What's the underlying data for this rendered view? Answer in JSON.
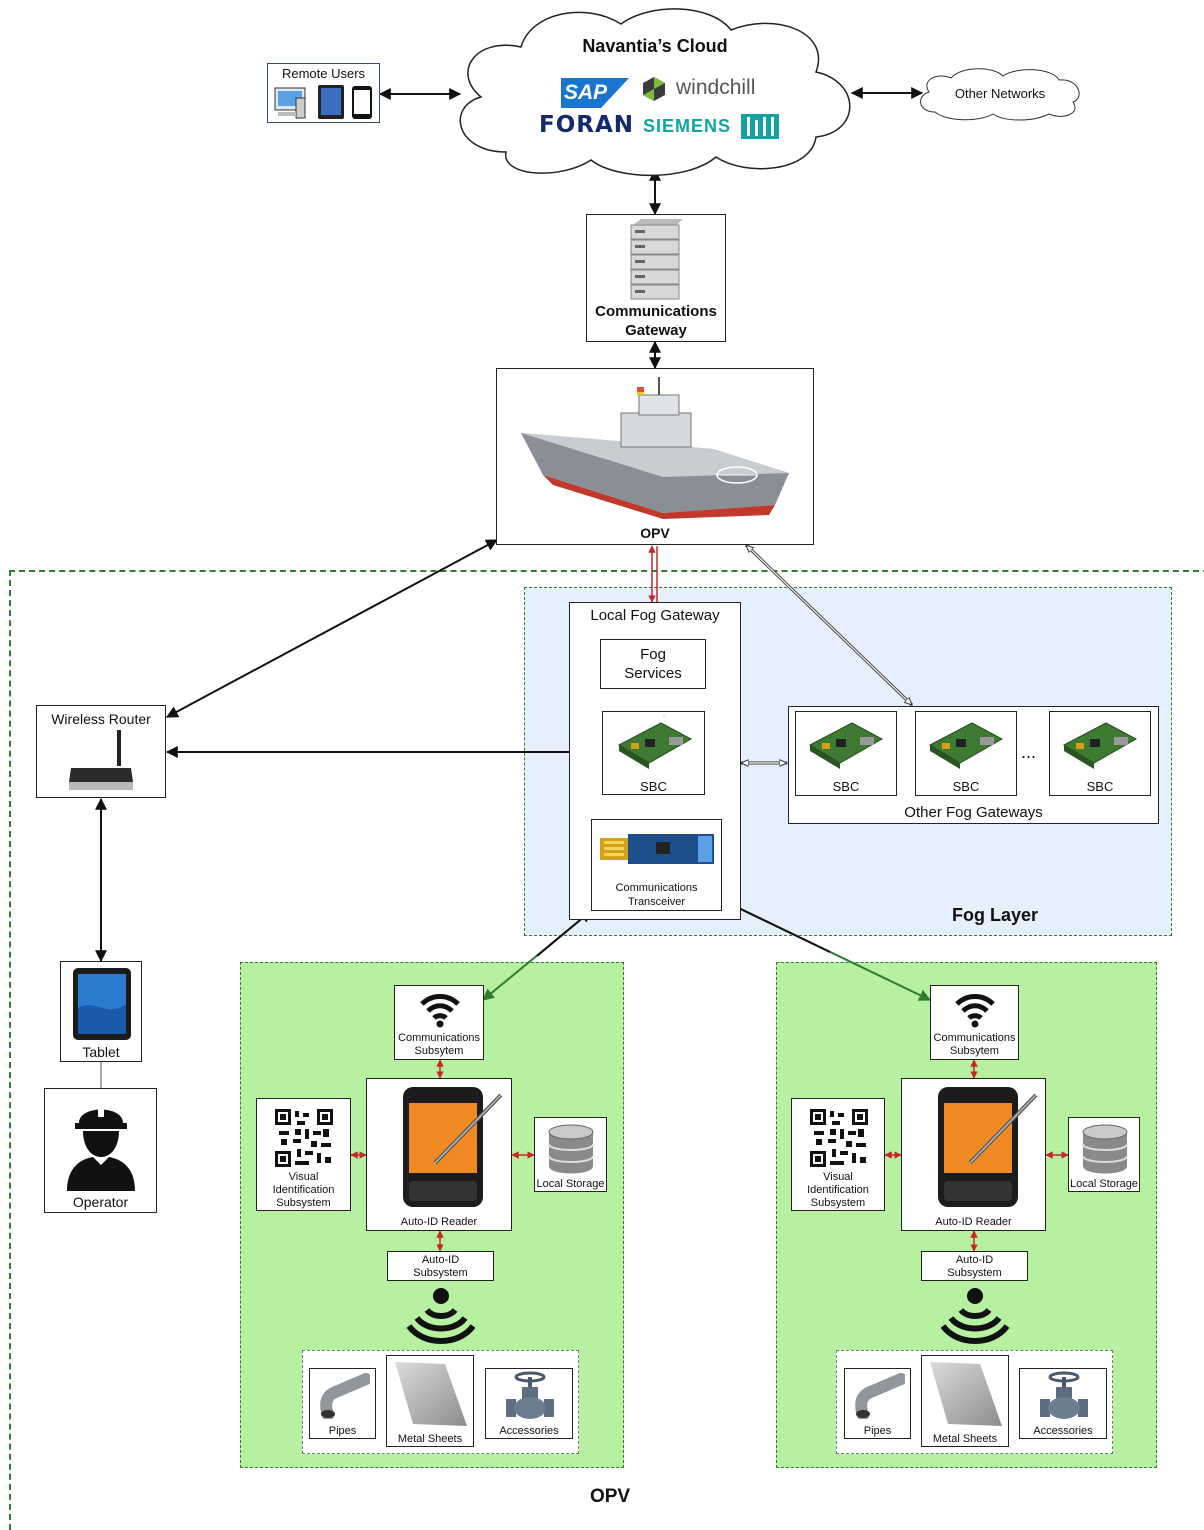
{
  "cloud": {
    "title": "Navantia’s Cloud",
    "logos": [
      "SAP",
      "windchill",
      "FORAN",
      "SIEMENS"
    ]
  },
  "remote_users": {
    "label": "Remote Users"
  },
  "other_networks": {
    "label": "Other Networks"
  },
  "comm_gateway": {
    "line1": "Communications",
    "line2": "Gateway"
  },
  "ship": {
    "label": "OPV"
  },
  "wireless_router": {
    "label": "Wireless Router"
  },
  "tablet": {
    "label": "Tablet"
  },
  "operator": {
    "label": "Operator"
  },
  "fog": {
    "layer_label": "Fog Layer",
    "local_gateway_label": "Local Fog Gateway",
    "fog_services_line1": "Fog",
    "fog_services_line2": "Services",
    "sbc_label": "SBC",
    "transceiver_line1": "Communications",
    "transceiver_line2": "Transceiver",
    "other_gateways_label": "Other Fog Gateways",
    "other_sbc_labels": [
      "SBC",
      "SBC",
      "SBC"
    ],
    "ellipsis": "..."
  },
  "subsystem": {
    "comm_line1": "Communications",
    "comm_line2": "Subsytem",
    "visual_line1": "Visual",
    "visual_line2": "Identification",
    "visual_line3": "Subsystem",
    "reader": "Auto-ID Reader",
    "storage": "Local Storage",
    "autoid_line1": "Auto-ID",
    "autoid_line2": "Subsystem",
    "items": [
      "Pipes",
      "Metal Sheets",
      "Accessories"
    ]
  },
  "bottom_label": "OPV",
  "colors": {
    "fog_bg": "#e6f0fc",
    "green_bg": "#b6f0a0",
    "dash_green": "#2e7d32",
    "red_arrow": "#c62828"
  }
}
